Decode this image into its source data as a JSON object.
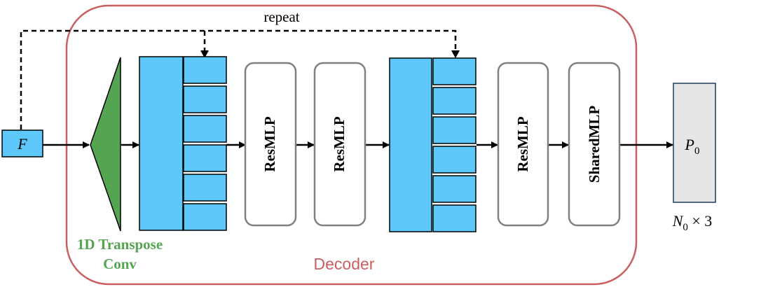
{
  "labels": {
    "repeat": "repeat",
    "input_symbol": "F",
    "transpose_line1": "1D Transpose",
    "transpose_line2": "Conv",
    "decoder": "Decoder",
    "resmlp_1": "ResMLP",
    "resmlp_2": "ResMLP",
    "resmlp_3": "ResMLP",
    "sharedmlp": "SharedMLP",
    "output_symbol_main": "P",
    "output_symbol_sub": "0",
    "shape_main": "N",
    "shape_sub": "0",
    "shape_rest": " × 3"
  },
  "colors": {
    "decoder_border": "#c9605f",
    "decoder_text": "#c9605f",
    "feature_blue": "#5ec8fb",
    "transpose_green": "#55a452",
    "transpose_text": "#55a452",
    "block_border": "#808080",
    "output_fill": "#e6e6e6",
    "arrow": "#000000"
  },
  "icons": {
    "repeat_connection": "dashed-arrow",
    "flow": "solid-arrow"
  }
}
